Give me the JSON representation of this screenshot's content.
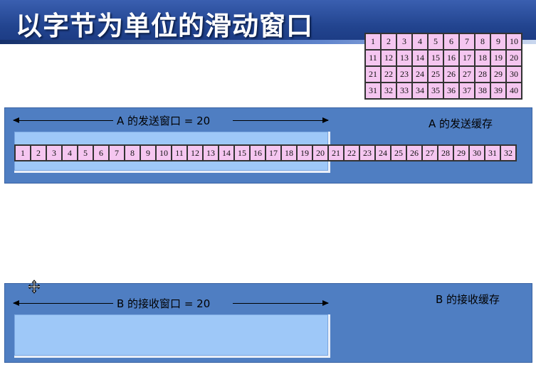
{
  "slide": {
    "title": "以字节为单位的滑动窗口"
  },
  "grid": {
    "cells": [
      "1",
      "2",
      "3",
      "4",
      "5",
      "6",
      "7",
      "8",
      "9",
      "10",
      "11",
      "12",
      "13",
      "14",
      "15",
      "16",
      "17",
      "18",
      "19",
      "20",
      "21",
      "22",
      "23",
      "24",
      "25",
      "26",
      "27",
      "28",
      "29",
      "30",
      "31",
      "32",
      "33",
      "34",
      "35",
      "36",
      "37",
      "38",
      "39",
      "40"
    ]
  },
  "sender": {
    "buffer_label": "A 的发送缓存",
    "window_label": "A 的发送窗口 = 20",
    "bytes": [
      "1",
      "2",
      "3",
      "4",
      "5",
      "6",
      "7",
      "8",
      "9",
      "10",
      "11",
      "12",
      "13",
      "14",
      "15",
      "16",
      "17",
      "18",
      "19",
      "20",
      "21",
      "22",
      "23",
      "24",
      "25",
      "26",
      "27",
      "28",
      "29",
      "30",
      "31",
      "32"
    ]
  },
  "receiver": {
    "buffer_label": "B 的接收缓存",
    "window_label": "B 的接收窗口 = 20"
  },
  "colors": {
    "title_bar": "#22448f",
    "panel": "#4f7ec2",
    "window": "#9ec8f8",
    "cell": "#f5c6f0"
  },
  "icons": {
    "cursor": "move-cursor-icon"
  }
}
